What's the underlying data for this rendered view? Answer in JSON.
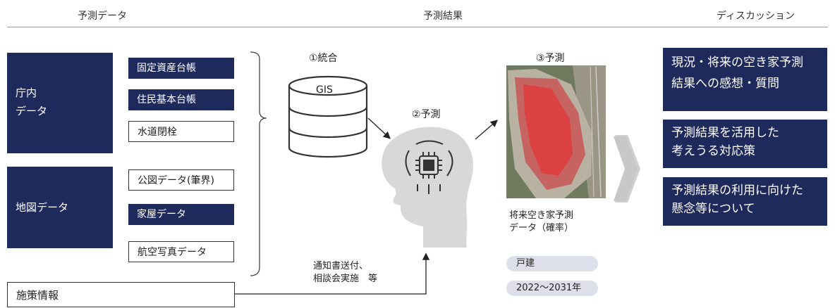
{
  "headers": {
    "data": "予測データ",
    "result": "予測結果",
    "discussion": "ディスカッション"
  },
  "groups": {
    "internal": "庁内\nデータ",
    "map": "地図データ"
  },
  "data_items": [
    {
      "label": "固定資産台帳",
      "style": "filled"
    },
    {
      "label": "住民基本台帳",
      "style": "filled"
    },
    {
      "label": "水道閉栓",
      "style": "outline"
    },
    {
      "label": "公図データ(筆界)",
      "style": "outline"
    },
    {
      "label": "家屋データ",
      "style": "filled"
    },
    {
      "label": "航空写真データ",
      "style": "outline"
    }
  ],
  "policy": "施策情報",
  "steps": {
    "integrate": "①統合",
    "predict_ai": "②予測",
    "predict_map": "③予測",
    "database": "GIS"
  },
  "notice": "通知書送付、\n相談会実施　等",
  "map_caption": "将来空き家予測\nデータ（確率）",
  "tags": [
    "戸建",
    "2022〜2031年"
  ],
  "discussion_items": [
    "現況・将来の空き家予測\n結果への感想・質問",
    "予測結果を活用した\n考えうる対応策",
    "予測結果の利用に向けた\n懸念等について"
  ],
  "colors": {
    "navy": "#1f2a5c",
    "pill": "#dde0ea",
    "arrow": "#d0d0d0"
  }
}
